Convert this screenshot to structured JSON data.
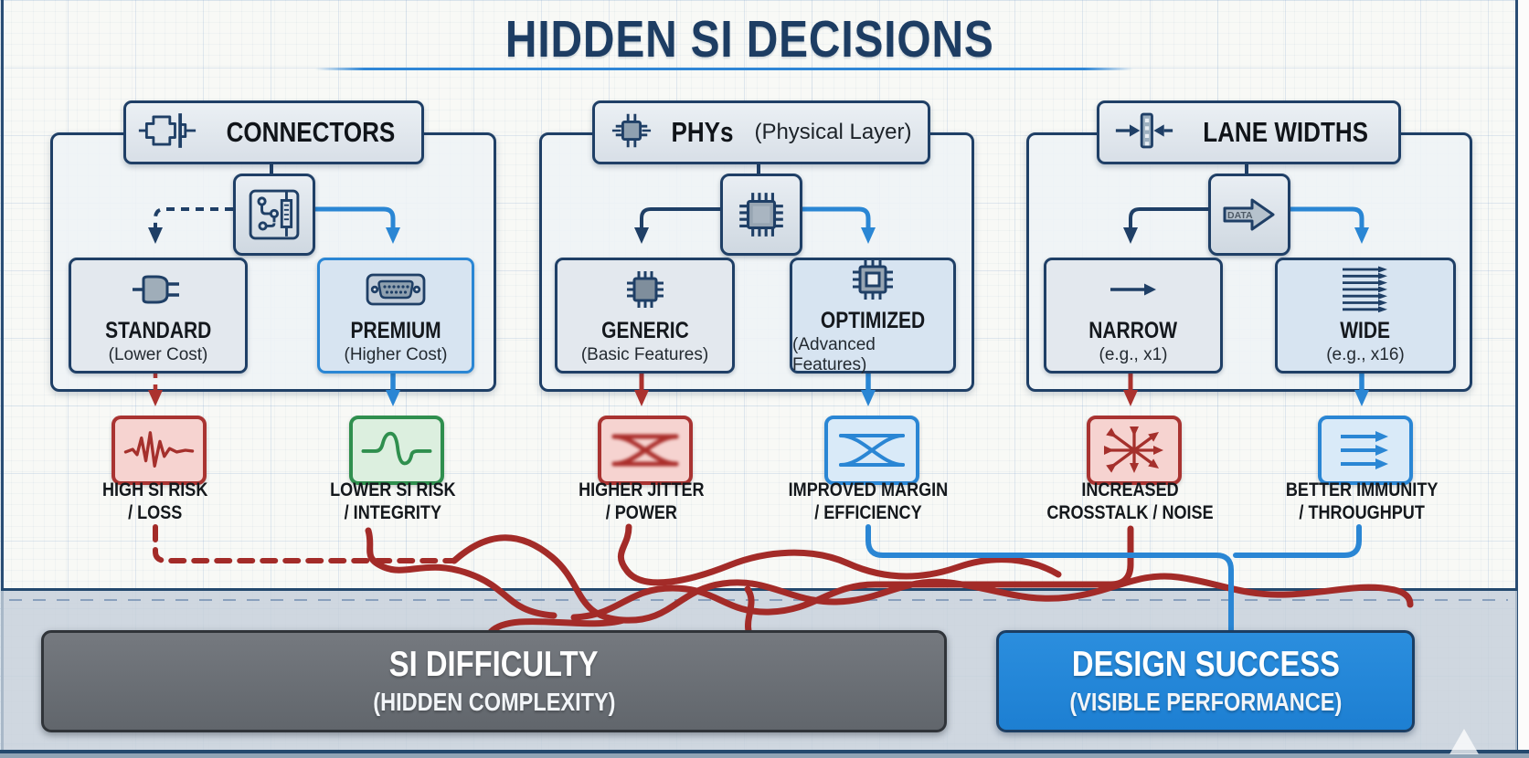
{
  "title": "HIDDEN SI DECISIONS",
  "groups": [
    {
      "name": "CONNECTORS",
      "sublabel": "",
      "options": [
        {
          "name": "STANDARD",
          "detail": "(Lower Cost)"
        },
        {
          "name": "PREMIUM",
          "detail": "(Higher Cost)"
        }
      ]
    },
    {
      "name": "PHYs",
      "sublabel": "(Physical Layer)",
      "options": [
        {
          "name": "GENERIC",
          "detail": "(Basic Features)"
        },
        {
          "name": "OPTIMIZED",
          "detail": "(Advanced Features)"
        }
      ]
    },
    {
      "name": "LANE WIDTHS",
      "sublabel": "",
      "options": [
        {
          "name": "NARROW",
          "detail": "(e.g., x1)"
        },
        {
          "name": "WIDE",
          "detail": "(e.g., x16)"
        }
      ]
    }
  ],
  "lane_data_label": "DATA",
  "outcomes": [
    {
      "line1": "HIGH SI RISK",
      "line2": "/ LOSS"
    },
    {
      "line1": "LOWER SI RISK",
      "line2": "/ INTEGRITY"
    },
    {
      "line1": "HIGHER JITTER",
      "line2": "/ POWER"
    },
    {
      "line1": "IMPROVED MARGIN",
      "line2": "/ EFFICIENCY"
    },
    {
      "line1": "INCREASED",
      "line2": "CROSSTALK / NOISE"
    },
    {
      "line1": "BETTER IMMUNITY",
      "line2": "/ THROUGHPUT"
    }
  ],
  "sinks": [
    {
      "label": "SI DIFFICULTY",
      "sublabel": "(HIDDEN COMPLEXITY)"
    },
    {
      "label": "DESIGN SUCCESS",
      "sublabel": "(VISIBLE PERFORMANCE)"
    }
  ],
  "colors": {
    "navy": "#1f3f66",
    "blue": "#2a86d4",
    "red": "#a5302c",
    "green": "#2f8f4e",
    "gray_bar": "#6a6f76",
    "blue_bar": "#2086d8",
    "title_navy": "#1d3d63"
  }
}
